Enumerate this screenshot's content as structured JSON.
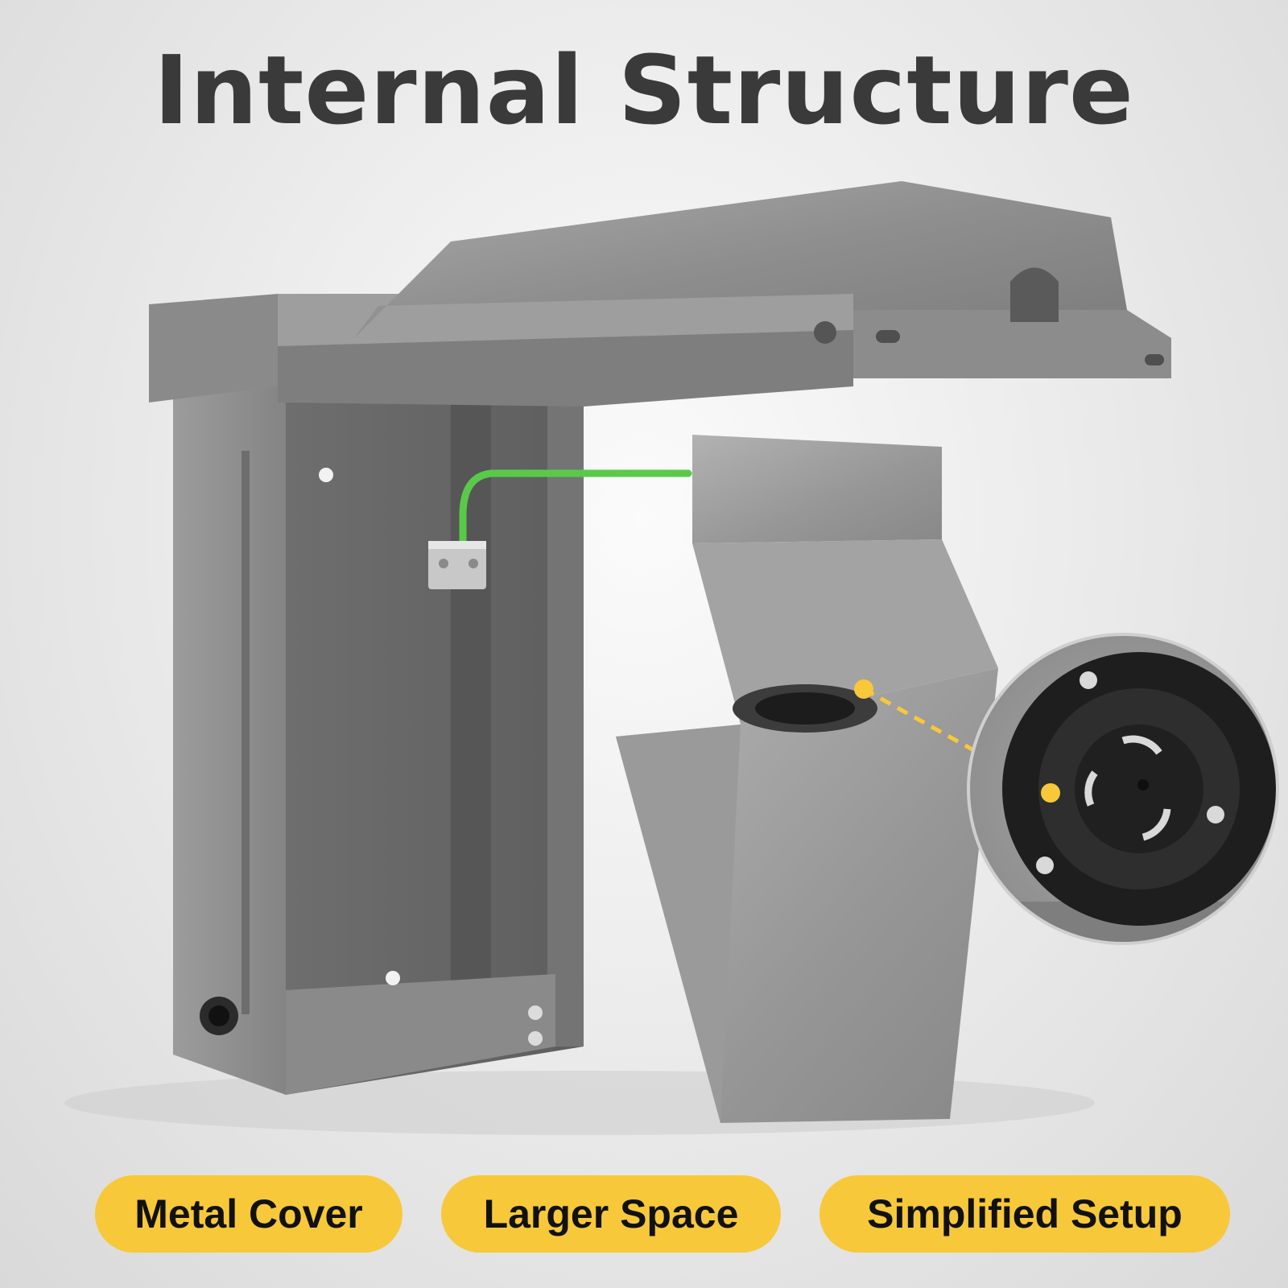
{
  "title": "Internal Structure",
  "features": [
    {
      "label": "Metal Cover"
    },
    {
      "label": "Larger Space"
    },
    {
      "label": "Simplified Setup"
    }
  ],
  "colors": {
    "badge_background": "#f7c83a",
    "title_text": "#3a3a3a",
    "enclosure_gray": "#8f8f8f",
    "ground_wire_green": "#59c94a",
    "callout_dot": "#f7c83a"
  },
  "icons": [
    "mounting-screw-icon",
    "ground-wire-icon",
    "twist-lock-receptacle-icon"
  ]
}
